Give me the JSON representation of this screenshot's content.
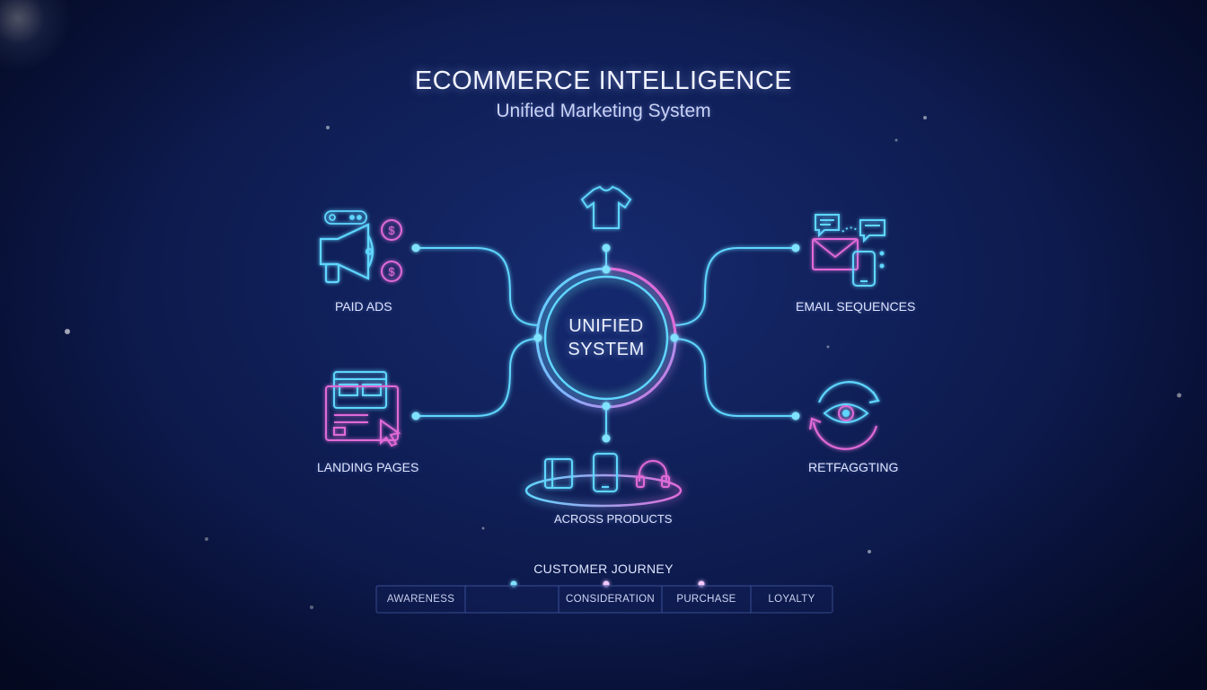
{
  "header": {
    "title": "ECOMMERCE INTELLIGENCE",
    "subtitle": "Unified Marketing System"
  },
  "hub": {
    "line1": "UNIFIED",
    "line2": "SYSTEM"
  },
  "nodes": {
    "paid_ads": {
      "label": "PAID ADS",
      "icons": [
        "megaphone-icon",
        "toggle-icon",
        "dollar-coin-icon"
      ]
    },
    "landing_pages": {
      "label": "LANDING PAGES",
      "icons": [
        "browser-window-icon",
        "cursor-icon"
      ]
    },
    "email_sequences": {
      "label": "EMAIL SEQUENCES",
      "icons": [
        "envelope-icon",
        "chat-bubble-icon",
        "smartphone-icon"
      ]
    },
    "retargeting": {
      "label": "RETFAGGTING",
      "icons": [
        "eye-icon",
        "cycle-arrows-icon"
      ]
    },
    "products_top": {
      "icons": [
        "tshirt-icon"
      ]
    },
    "across_products": {
      "label": "ACROSS PRODUCTS",
      "icons": [
        "tablet-icon",
        "smartphone-icon",
        "headphones-icon"
      ]
    }
  },
  "journey": {
    "title": "CUSTOMER JOURNEY",
    "stages": [
      "AWARENESS",
      "",
      "CONSIDERATION",
      "PURCHASE",
      "LOYALTY"
    ]
  },
  "colors": {
    "cyan": "#5fd6ff",
    "pink": "#e06ad8",
    "background": "#0f1e55"
  }
}
